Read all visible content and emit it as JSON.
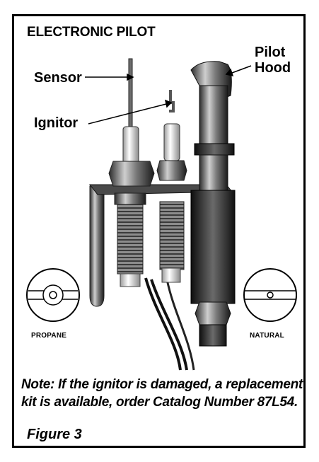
{
  "title": "ELECTRONIC PILOT",
  "labels": {
    "sensor": "Sensor",
    "ignitor": "Ignitor",
    "pilot_hood_line1": "Pilot",
    "pilot_hood_line2": "Hood"
  },
  "orifices": {
    "propane": "PROPANE",
    "natural": "NATURAL"
  },
  "note": "Note: If the ignitor is damaged, a replacement kit is available, order Catalog Number 87L54.",
  "figure_label": "Figure 3"
}
